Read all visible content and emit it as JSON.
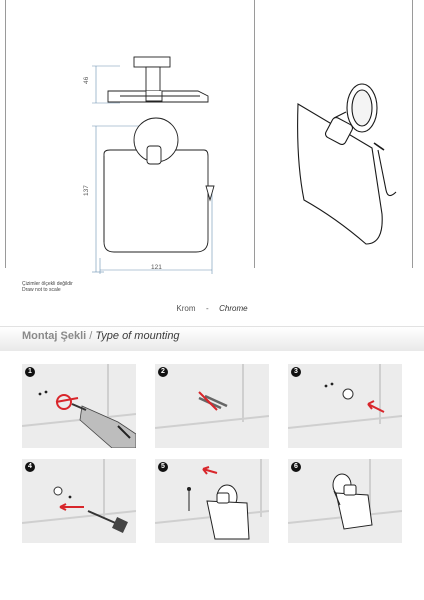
{
  "dimensions": {
    "height": "46",
    "depth": "137",
    "width": "121"
  },
  "scale_note": {
    "tr": "Çizimler ölçekli değildir",
    "en": "Draw not to scale"
  },
  "finish": {
    "tr": "Krom",
    "dash": "-",
    "en": "Chrome"
  },
  "mounting": {
    "title_tr": "Montaj Şekli",
    "separator": "/",
    "title_en": "Type of mounting"
  },
  "steps": [
    {
      "number": "1"
    },
    {
      "number": "2"
    },
    {
      "number": "3"
    },
    {
      "number": "4"
    },
    {
      "number": "5"
    },
    {
      "number": "6"
    }
  ],
  "colors": {
    "accent_red": "#d8262b",
    "dimension_line": "#6a8fb0",
    "tile_bg": "#ececec",
    "grout": "#cfcfcf"
  }
}
